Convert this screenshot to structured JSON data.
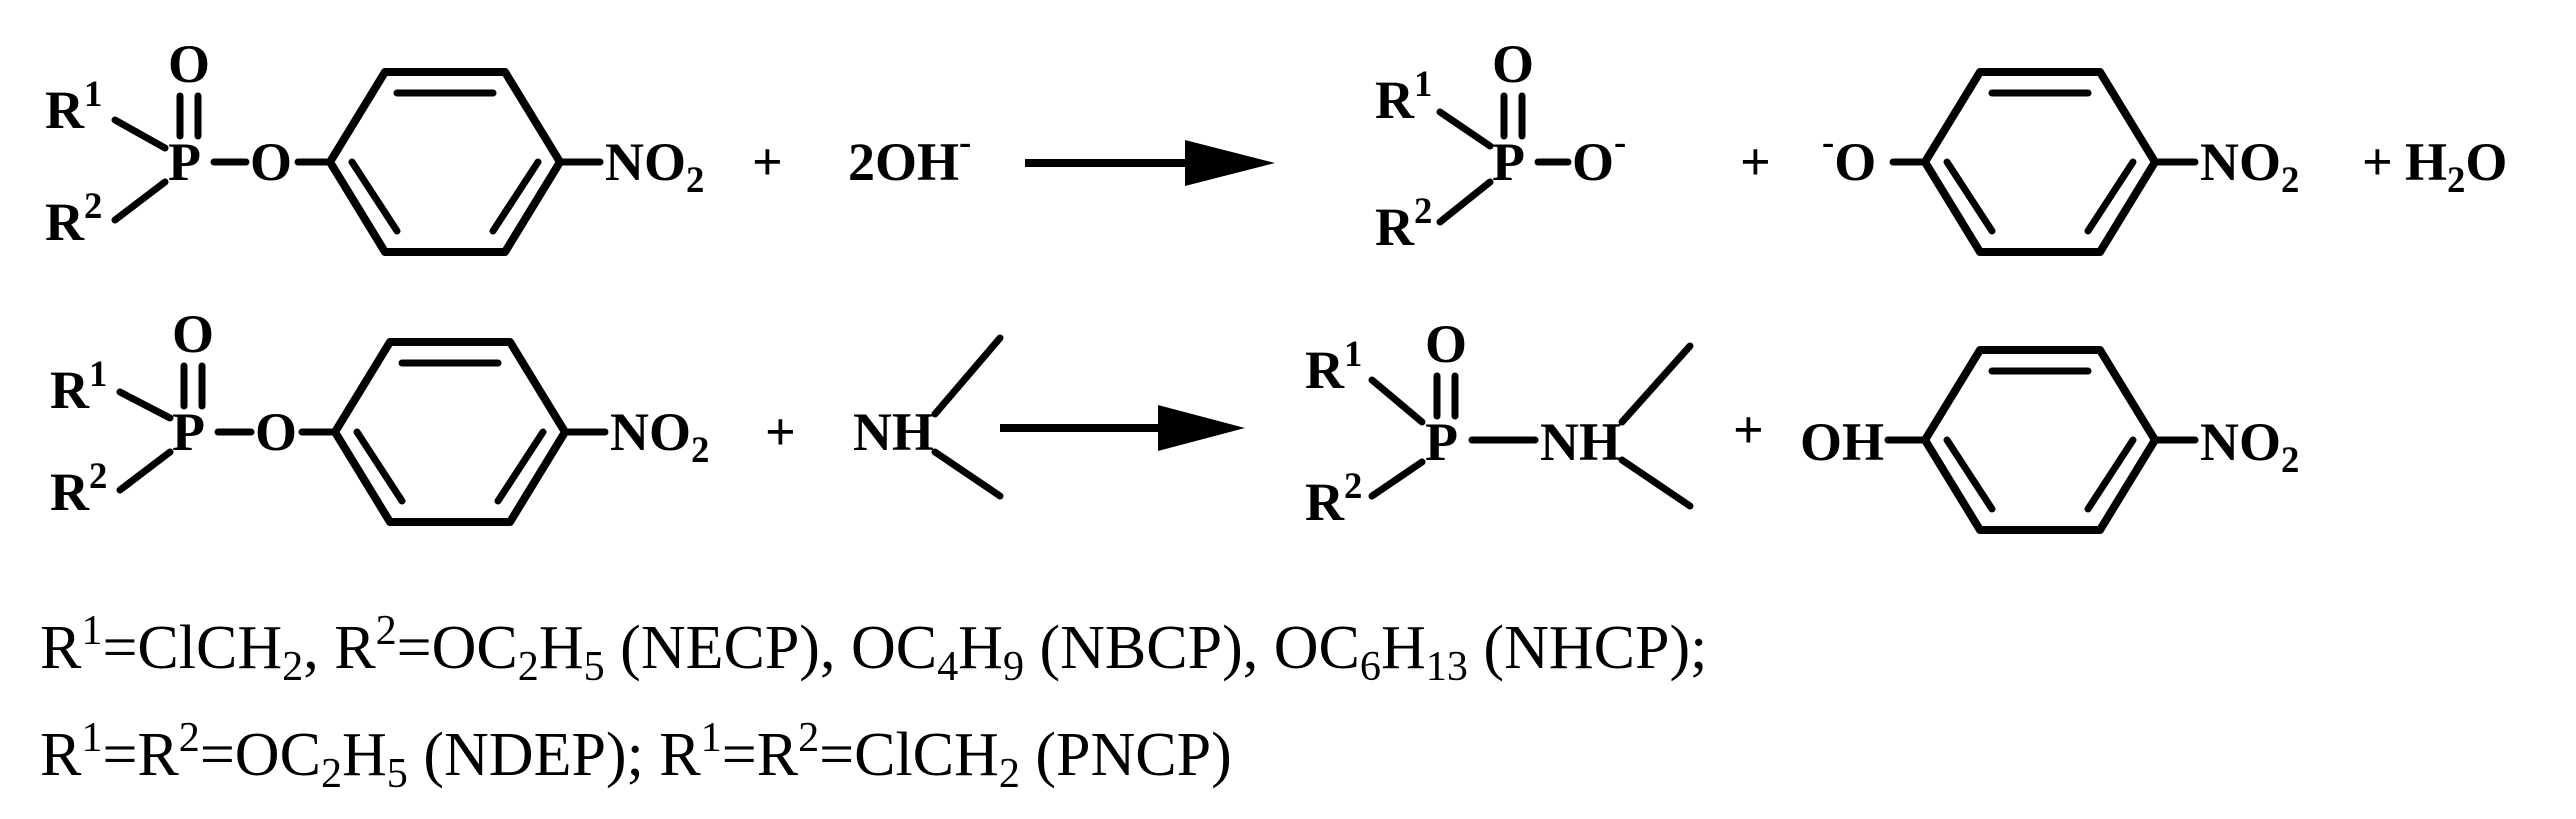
{
  "reaction1": {
    "reactant": {
      "r1": "R",
      "r1_sup": "1",
      "r2": "R",
      "r2_sup": "2",
      "p": "P",
      "o_double": "O",
      "o_ester": "O",
      "no2_n": "NO",
      "no2_sub": "2"
    },
    "plus1": "+",
    "reagent": {
      "text": "2OH",
      "charge": "-"
    },
    "product": {
      "r1": "R",
      "r1_sup": "1",
      "r2": "R",
      "r2_sup": "2",
      "p": "P",
      "o_double": "O",
      "o_minus": "O",
      "charge": "-"
    },
    "plus2": "+",
    "phenolate": {
      "charge": "-",
      "o": "O",
      "no2_n": "NO",
      "no2_sub": "2"
    },
    "plus3": "+",
    "water": {
      "h": "H",
      "h_sub": "2",
      "o": "O"
    }
  },
  "reaction2": {
    "reactant": {
      "r1": "R",
      "r1_sup": "1",
      "r2": "R",
      "r2_sup": "2",
      "p": "P",
      "o_double": "O",
      "o_ester": "O",
      "no2_n": "NO",
      "no2_sub": "2"
    },
    "plus1": "+",
    "amine": {
      "nh": "NH"
    },
    "product": {
      "r1": "R",
      "r1_sup": "1",
      "r2": "R",
      "r2_sup": "2",
      "p": "P",
      "o_double": "O",
      "nh": "NH"
    },
    "plus2": "+",
    "phenol": {
      "oh": "OH",
      "no2_n": "NO",
      "no2_sub": "2"
    }
  },
  "legend": {
    "line1": {
      "r1": "R",
      "r1_sup": "1",
      "eq1": "=ClCH",
      "ch2_sub": "2",
      "comma1": ", ",
      "r2": "R",
      "r2_sup": "2",
      "eq2": "=OC",
      "c2": "2",
      "h": "H",
      "h5": "5",
      "necp": " (NECP), OC",
      "c4": "4",
      "h_b": "H",
      "h9": "9",
      "nbcp": " (NBCP), OC",
      "c6": "6",
      "h_c": "H",
      "h13": "13",
      "nhcp": " (NHCP);"
    },
    "line2": {
      "r1": "R",
      "r1_sup": "1",
      "eq1": "=R",
      "r2_sup": "2",
      "eq2": "=OC",
      "c2": "2",
      "h": "H",
      "h5": "5",
      "ndep": " (NDEP); R",
      "r1b_sup": "1",
      "eq3": "=R",
      "r2b_sup": "2",
      "eq4": "=ClCH",
      "ch2_sub": "2",
      "pncp": " (PNCP)"
    }
  }
}
